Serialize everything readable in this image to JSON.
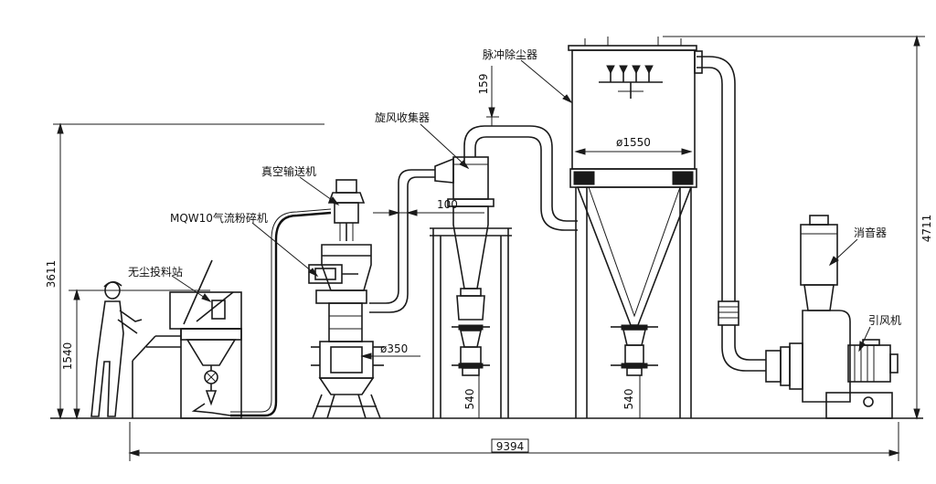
{
  "labels": {
    "pulse_dust_collector": "脉冲除尘器",
    "cyclone_collector": "旋风收集器",
    "vacuum_conveyor": "真空输送机",
    "jet_mill": "MQW10气流粉碎机",
    "dust_free_station": "无尘投料站",
    "silencer": "消音器",
    "induced_fan": "引风机"
  },
  "dimensions": {
    "top_gap": "159",
    "duct_width": "100",
    "collector_diameter": "ø1550",
    "mill_diameter": "ø350",
    "cyclone_outlet_height": "540",
    "collector_outlet_height": "540",
    "total_length": "9394",
    "total_height": "4711",
    "mill_height": "3611",
    "station_height": "1540"
  }
}
